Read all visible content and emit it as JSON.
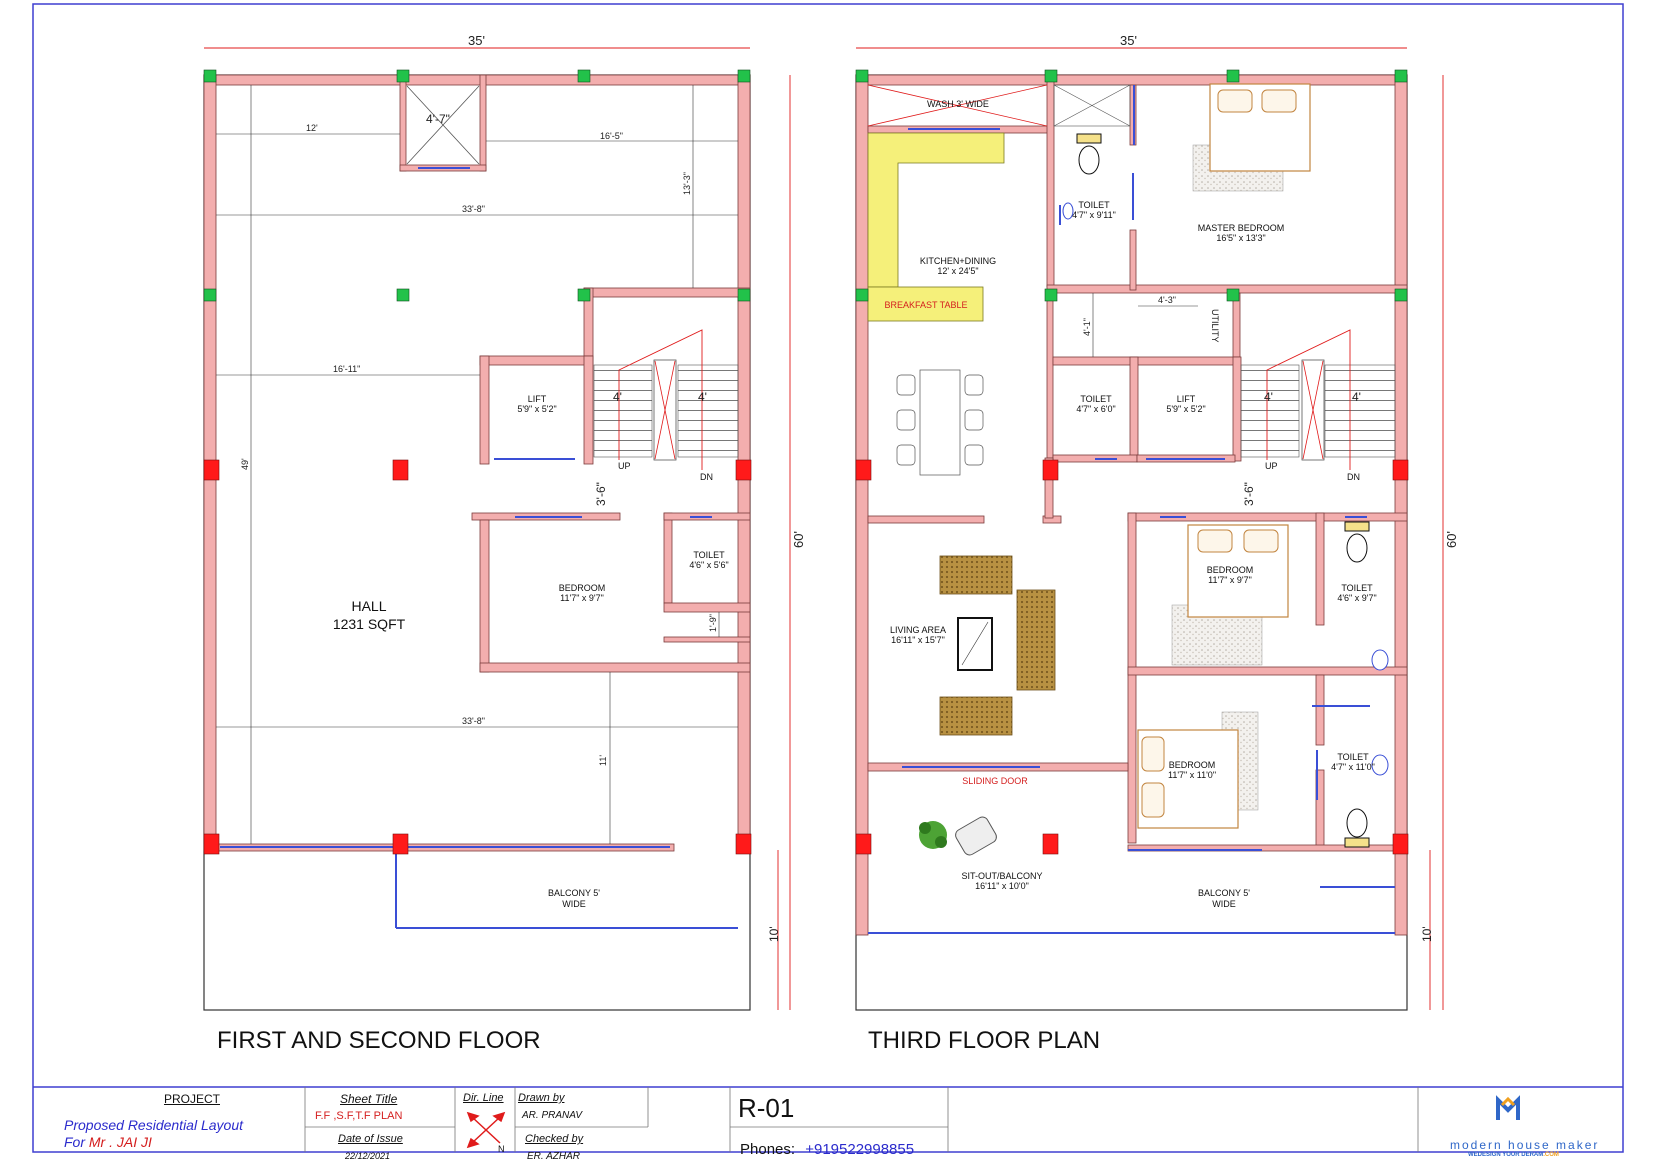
{
  "plan_first": {
    "title": "FIRST AND SECOND  FLOOR",
    "dim_top": "35'",
    "dim_side": "60'",
    "dim_balcony": "10'",
    "dims": [
      "12'",
      "4'-7\"",
      "16'-5\"",
      "13'-3\"",
      "33'-8\"",
      "16'-11\"",
      "49'",
      "4'",
      "4'",
      "3'-6\"",
      "1'-9\"",
      "33'-8\"",
      "11'"
    ],
    "stair_up": "UP",
    "stair_dn": "DN",
    "lift": {
      "name": "LIFT",
      "size": "5'9\" x 5'2\""
    },
    "toilet": {
      "name": "TOILET",
      "size": "4'6\" x 5'6\""
    },
    "bedroom": {
      "name": "BEDROOM",
      "size": "11'7\" x 9'7\""
    },
    "hall": {
      "name": "HALL",
      "size": "1231 SQFT"
    },
    "balcony": {
      "name": "BALCONY 5'",
      "size": "WIDE"
    }
  },
  "plan_third": {
    "title": "THIRD  FLOOR PLAN",
    "dim_top": "35'",
    "dim_side": "60'",
    "dim_balcony": "10'",
    "dims": [
      "4'-3\"",
      "4'-1\"",
      "4'",
      "4'",
      "3'-6\""
    ],
    "wash": "WASH 3' WIDE",
    "kitchen": {
      "name": "KITCHEN+DINING",
      "size": "12' x 24'5\""
    },
    "breakfast": "BREAKFAST TABLE",
    "toilet_top": {
      "name": "TOILET",
      "size": "4'7\" x 9'11\""
    },
    "master": {
      "name": "MASTER BEDROOM",
      "size": "16'5\" x 13'3\""
    },
    "utility": "UTILITY",
    "toilet_mid": {
      "name": "TOILET",
      "size": "4'7\" x 6'0\""
    },
    "lift": {
      "name": "LIFT",
      "size": "5'9\" x 5'2\""
    },
    "stair_up": "UP",
    "stair_dn": "DN",
    "bedroom1": {
      "name": "BEDROOM",
      "size": "11'7\" x 9'7\""
    },
    "toilet_r1": {
      "name": "TOILET",
      "size": "4'6\" x 9'7\""
    },
    "living": {
      "name": "LIVING AREA",
      "size": "16'11\" x 15'7\""
    },
    "bedroom2": {
      "name": "BEDROOM",
      "size": "11'7\" x 11'0\""
    },
    "toilet_r2": {
      "name": "TOILET",
      "size": "4'7\" x 11'0\""
    },
    "sliding": "SLIDING DOOR",
    "sitout": {
      "name": "SIT-OUT/BALCONY",
      "size": "16'11\" x 10'0\""
    },
    "balcony": {
      "name": "BALCONY 5'",
      "size": "WIDE"
    }
  },
  "title_block": {
    "project_label": "PROJECT",
    "project_line1": "Proposed Residential Layout",
    "project_line2_prefix": "For ",
    "project_client": "Mr . JAI JI",
    "sheet_title_label": "Sheet Title",
    "sheet_title": "F.F ,S.F,T.F  PLAN",
    "date_label": "Date of Issue",
    "date": "22/12/2021",
    "dir_label": "Dir. Line",
    "north": "N",
    "drawn_label": "Drawn  by",
    "drawn_by": "AR. PRANAV",
    "checked_label": "Checked by",
    "checked_by": "ER. AZHAR",
    "sheet_no": "R-01",
    "phones_label": "Phones:",
    "phone": "+919522998855",
    "brand": "modern house maker",
    "tagline_a": "WEDESIGN YOUR DERAM",
    "tagline_b": ".COM"
  },
  "colors": {
    "wall": "#f3aeae",
    "wall_edge": "#7a3b3b",
    "column_green": "#22c24a",
    "column_red": "#ff1a1a",
    "window": "#3a4fd6",
    "dim_red": "#e01b1b",
    "frame": "#3f3fd0",
    "blue_text": "#2b2bcc",
    "red_text": "#d41e1e",
    "counter": "#f5f07a"
  }
}
